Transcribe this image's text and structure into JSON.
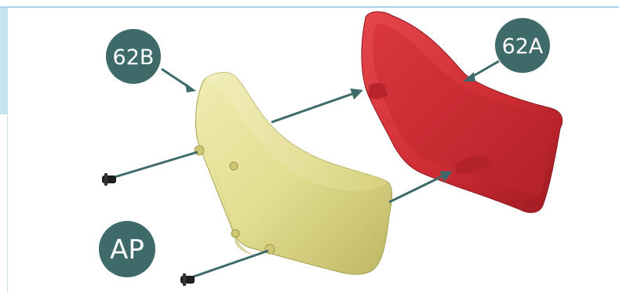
{
  "callouts": {
    "part_b": "62B",
    "part_a": "62A",
    "fastener": "AP"
  },
  "colors": {
    "callout_fill": "#3f6a6a",
    "pointer": "#3f6a6a",
    "part_b_body": "#e2dd8f",
    "part_a_body": "#d2323a",
    "frame_accent": "#c7e3f2"
  },
  "icons": {
    "screw_top": "screw-icon",
    "screw_bottom": "screw-icon"
  }
}
